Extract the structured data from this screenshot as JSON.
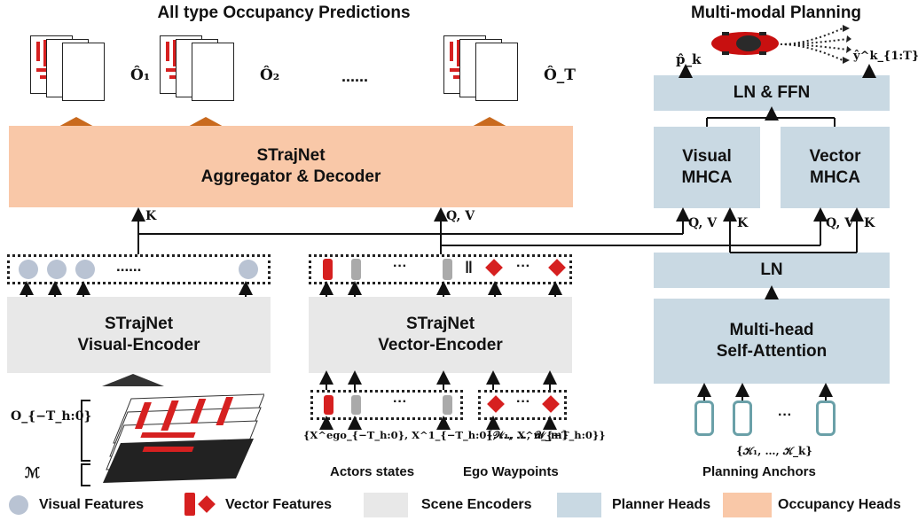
{
  "titles": {
    "occupancy": "All type Occupancy Predictions",
    "planning": "Multi-modal Planning"
  },
  "occupancy_outputs": [
    "Ô₁",
    "Ô₂",
    "Ô_T"
  ],
  "ellipsis_long": "......",
  "aggregator": {
    "line1": "STrajNet",
    "line2": "Aggregator & Decoder"
  },
  "visual_encoder": {
    "line1": "STrajNet",
    "line2": "Visual-Encoder"
  },
  "vector_encoder": {
    "line1": "STrajNet",
    "line2": "Vector-Encoder"
  },
  "ln_ffn": "LN & FFN",
  "visual_mhca": {
    "line1": "Visual",
    "line2": "MHCA"
  },
  "vector_mhca": {
    "line1": "Vector",
    "line2": "MHCA"
  },
  "ln": "LN",
  "self_attention": {
    "line1": "Multi-head",
    "line2": "Self-Attention"
  },
  "arrow_labels": {
    "k": "K",
    "qv": "Q, V"
  },
  "planning_outputs": {
    "prob": "p̂_k",
    "traj": "ŷ^k_{1:T}"
  },
  "inputs": {
    "occupancy_input": "O_{−T_h:0}",
    "map_input": "ℳ",
    "actors_set": "{X^ego_{−T_h:0}, X^1_{−T_h:0}, …, X^n_{−T_h:0}}",
    "actors_label": "Actors states",
    "waypoints_set": "{𝒲₁, …, 𝒲_m}",
    "waypoints_label": "Ego Waypoints",
    "anchors_set": "{𝒦₁, …, 𝒦_k}",
    "anchors_label": "Planning Anchors"
  },
  "legend": [
    {
      "label": "Visual Features",
      "color": "#b9c3d3"
    },
    {
      "label": "Vector Features",
      "color": "#d62020"
    },
    {
      "label": "Scene Encoders",
      "color": "#e8e8e8"
    },
    {
      "label": "Planner Heads",
      "color": "#c9d9e3"
    },
    {
      "label": "Occupancy Heads",
      "color": "#f9c8a8"
    }
  ],
  "colors": {
    "planner": "#c9d9e3",
    "occupancy": "#f9c8a8",
    "encoder": "#e8e8e8",
    "vector_red": "#d62020",
    "vector_grey": "#aaaaaa",
    "visual_token": "#b9c3d3",
    "anchor_stroke": "#6aa0a8",
    "up_arrow": "#c96a1e"
  }
}
